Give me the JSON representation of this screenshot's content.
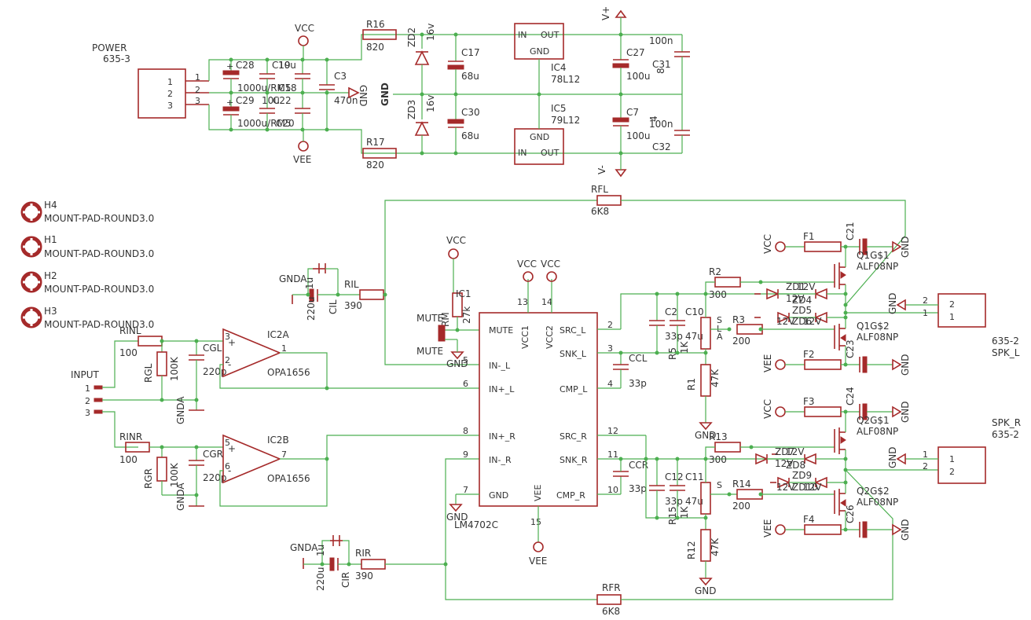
{
  "connectors": {
    "power": {
      "ref": "POWER",
      "part": "635-3",
      "pins": [
        "1",
        "2",
        "3"
      ]
    },
    "input": {
      "ref": "INPUT",
      "pins": [
        "1",
        "2",
        "3"
      ]
    },
    "spk_l": {
      "ref": "SPK_L",
      "part": "635-2",
      "pins": [
        "2",
        "1"
      ]
    },
    "spk_r": {
      "ref": "SPK_R",
      "part": "635-2",
      "pins": [
        "1",
        "2"
      ]
    }
  },
  "mount_pads": [
    {
      "ref": "H4",
      "value": "MOUNT-PAD-ROUND3.0"
    },
    {
      "ref": "H1",
      "value": "MOUNT-PAD-ROUND3.0"
    },
    {
      "ref": "H2",
      "value": "MOUNT-PAD-ROUND3.0"
    },
    {
      "ref": "H3",
      "value": "MOUNT-PAD-ROUND3.0"
    }
  ],
  "supply_labels": {
    "vcc": "VCC",
    "vee": "VEE",
    "gnd": "GND",
    "gnda": "GNDA",
    "vplus": "V+",
    "vminus": "V-"
  },
  "power_section": {
    "c28": {
      "ref": "C28",
      "value": "1000u/RM5"
    },
    "c29": {
      "ref": "C29",
      "value": "1000u/RM5"
    },
    "c19": {
      "ref": "C19",
      "value": "10u"
    },
    "c18": {
      "ref": "C18",
      "value": "10u"
    },
    "c20": {
      "ref": "C20",
      "value": "10u"
    },
    "c22": {
      "ref": "C22",
      "value": "10u"
    },
    "c3": {
      "ref": "C3",
      "value": "470n"
    },
    "r16": {
      "ref": "R16",
      "value": "820"
    },
    "r17": {
      "ref": "R17",
      "value": "820"
    },
    "zd2": {
      "ref": "ZD2",
      "value": "16v"
    },
    "zd3": {
      "ref": "ZD3",
      "value": "16v"
    },
    "c17": {
      "ref": "C17",
      "value": "68u"
    },
    "c30": {
      "ref": "C30",
      "value": "68u"
    },
    "ic4": {
      "ref": "IC4",
      "value": "78L12",
      "pins": [
        "IN",
        "OUT",
        "GND"
      ]
    },
    "ic5": {
      "ref": "IC5",
      "value": "79L12",
      "pins": [
        "GND",
        "IN",
        "OUT"
      ]
    },
    "c27": {
      "ref": "C27",
      "value": "100u"
    },
    "c7": {
      "ref": "C7",
      "value": "100u"
    },
    "c31": {
      "ref": "C31",
      "value": "100n",
      "aux": "8"
    },
    "c32": {
      "ref": "C32",
      "value": "100n",
      "aux": "4"
    }
  },
  "input_stage": {
    "rinl": {
      "ref": "RINL",
      "value": "100"
    },
    "rgl": {
      "ref": "RGL",
      "value": "100K"
    },
    "cgl": {
      "ref": "CGL",
      "value": "220p"
    },
    "ic2a": {
      "ref": "IC2A",
      "value": "OPA1656",
      "pins": [
        "3",
        "2",
        "1"
      ]
    },
    "rinr": {
      "ref": "RINR",
      "value": "100"
    },
    "rgr": {
      "ref": "RGR",
      "value": "100K"
    },
    "cgr": {
      "ref": "CGR",
      "value": "220p"
    },
    "ic2b": {
      "ref": "IC2B",
      "value": "OPA1656",
      "pins": [
        "5",
        "6",
        "7"
      ]
    },
    "ril": {
      "ref": "RIL",
      "value": "390"
    },
    "cil": {
      "ref": "CIL",
      "value": "220u",
      "aux": "1u"
    },
    "rir": {
      "ref": "RIR",
      "value": "390"
    },
    "cir": {
      "ref": "CIR",
      "value": "220u",
      "aux": "1u"
    },
    "rfl": {
      "ref": "RFL",
      "value": "6K8"
    },
    "rfr": {
      "ref": "RFR",
      "value": "6K8"
    },
    "rm": {
      "ref": "RM",
      "value": "27k"
    },
    "mute": "MUTE",
    "mute2": "MUTE"
  },
  "ic1": {
    "ref": "IC1",
    "value": "LM4702C",
    "pins_left": [
      {
        "num": "",
        "name": "MUTE"
      },
      {
        "num": "5",
        "name": "IN-_L"
      },
      {
        "num": "6",
        "name": "IN+_L"
      },
      {
        "num": "8",
        "name": "IN+_R"
      },
      {
        "num": "9",
        "name": "IN-_R"
      },
      {
        "num": "7",
        "name": "GND"
      }
    ],
    "pins_top": [
      {
        "num": "13",
        "name": "VCC1"
      },
      {
        "num": "14",
        "name": "VCC2"
      }
    ],
    "pins_right": [
      {
        "num": "2",
        "name": "SRC_L"
      },
      {
        "num": "3",
        "name": "SNK_L"
      },
      {
        "num": "4",
        "name": "CMP_L"
      },
      {
        "num": "12",
        "name": "SRC_R"
      },
      {
        "num": "11",
        "name": "SNK_R"
      },
      {
        "num": "10",
        "name": "CMP_R"
      }
    ],
    "pin_bottom": {
      "num": "15",
      "name": "VEE"
    }
  },
  "output_left": {
    "ccl": {
      "ref": "CCL",
      "value": "33p"
    },
    "c2": {
      "ref": "C2",
      "value": "33p"
    },
    "c10": {
      "ref": "C10",
      "value": "47u"
    },
    "r5": {
      "ref": "R5",
      "value": "1K"
    },
    "r2": {
      "ref": "R2",
      "value": "300"
    },
    "r3": {
      "ref": "R3",
      "value": "200"
    },
    "r1": {
      "ref": "R1",
      "value": "47K"
    },
    "zd1": {
      "ref": "ZD1",
      "value": "12V"
    },
    "zd4": {
      "ref": "ZD4",
      "value": "12V"
    },
    "zd5": {
      "ref": "ZD5",
      "value": "12V"
    },
    "zd6": {
      "ref": "ZD6",
      "value": "12V"
    },
    "f1": {
      "ref": "F1"
    },
    "f2": {
      "ref": "F2"
    },
    "c21": {
      "ref": "C21"
    },
    "c23": {
      "ref": "C23"
    },
    "q1g1": {
      "ref": "Q1G$1",
      "value": "ALF08NP"
    },
    "q1g2": {
      "ref": "Q1G$2",
      "value": "ALF08NP"
    },
    "pot_s": "S",
    "pot_l": "L",
    "pot_a": "A"
  },
  "output_right": {
    "ccr": {
      "ref": "CCR",
      "value": "33p"
    },
    "c12": {
      "ref": "C12",
      "value": "33p"
    },
    "c11": {
      "ref": "C11",
      "value": "47u"
    },
    "r15": {
      "ref": "R15",
      "value": "1K"
    },
    "r13": {
      "ref": "R13",
      "value": "300"
    },
    "r14": {
      "ref": "R14",
      "value": "200"
    },
    "r12": {
      "ref": "R12",
      "value": "47K"
    },
    "zd7": {
      "ref": "ZD7",
      "value": "12V"
    },
    "zd8": {
      "ref": "ZD8",
      "value": "12V"
    },
    "zd9": {
      "ref": "ZD9",
      "value": "12V"
    },
    "zd10": {
      "ref": "ZD10",
      "value": "12V"
    },
    "f3": {
      "ref": "F3"
    },
    "f4": {
      "ref": "F4"
    },
    "c24": {
      "ref": "C24"
    },
    "c26": {
      "ref": "C26"
    },
    "q2g1": {
      "ref": "Q2G$1",
      "value": "ALF08NP"
    },
    "q2g2": {
      "ref": "Q2G$2",
      "value": "ALF08NP"
    }
  }
}
